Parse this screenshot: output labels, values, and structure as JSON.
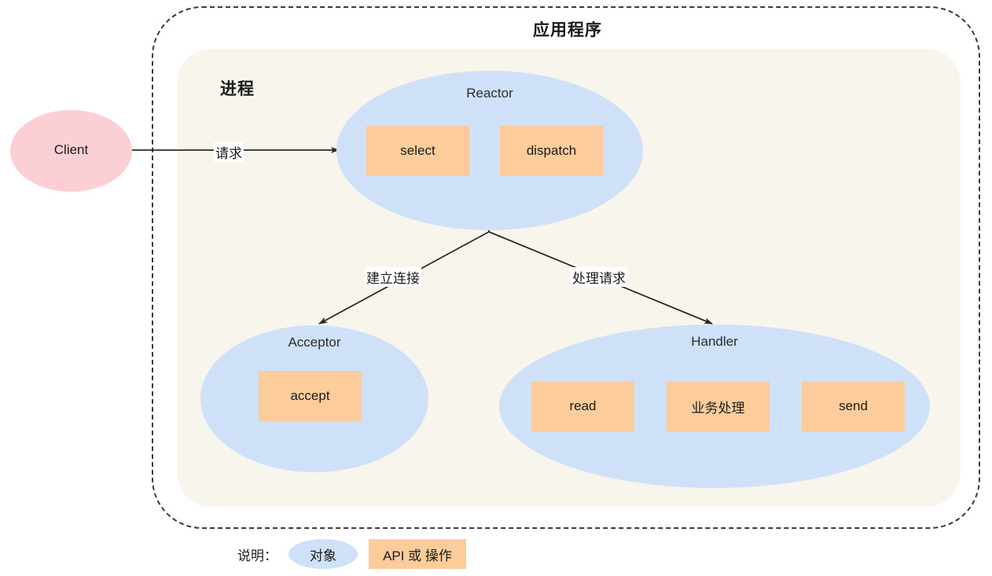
{
  "diagram": {
    "app_boundary_title": "应用程序",
    "process_title": "进程",
    "colors": {
      "client_fill": "#fbcfd3",
      "object_fill": "#cee1f8",
      "operation_fill": "#fccd9a",
      "process_fill": "#f8f5ec",
      "boundary_stroke": "#3a3a3a",
      "edge_stroke": "#2b2b2b",
      "page_background": "#ffffff"
    },
    "nodes": {
      "client": {
        "label": "Client"
      },
      "reactor": {
        "caption": "Reactor",
        "operations": [
          {
            "label": "select"
          },
          {
            "label": "dispatch"
          }
        ]
      },
      "acceptor": {
        "caption": "Acceptor",
        "operations": [
          {
            "label": "accept"
          }
        ]
      },
      "handler": {
        "caption": "Handler",
        "operations": [
          {
            "label": "read"
          },
          {
            "label": "业务处理"
          },
          {
            "label": "send"
          }
        ]
      }
    },
    "edges": [
      {
        "id": "client-to-reactor",
        "label": "请求",
        "from": "client",
        "to": "reactor"
      },
      {
        "id": "reactor-to-acceptor",
        "label": "建立连接",
        "from": "reactor",
        "to": "acceptor"
      },
      {
        "id": "reactor-to-handler",
        "label": "处理请求",
        "from": "reactor",
        "to": "handler"
      },
      {
        "id": "read-to-business",
        "label": "",
        "from": "read",
        "to": "业务处理"
      },
      {
        "id": "business-to-send",
        "label": "",
        "from": "业务处理",
        "to": "send"
      }
    ],
    "legend": {
      "title": "说明：",
      "items": [
        {
          "shape": "ellipse",
          "label": "对象",
          "color": "#cee1f8"
        },
        {
          "shape": "rectangle",
          "label": "API 或 操作",
          "color": "#fccd9a"
        }
      ]
    }
  }
}
